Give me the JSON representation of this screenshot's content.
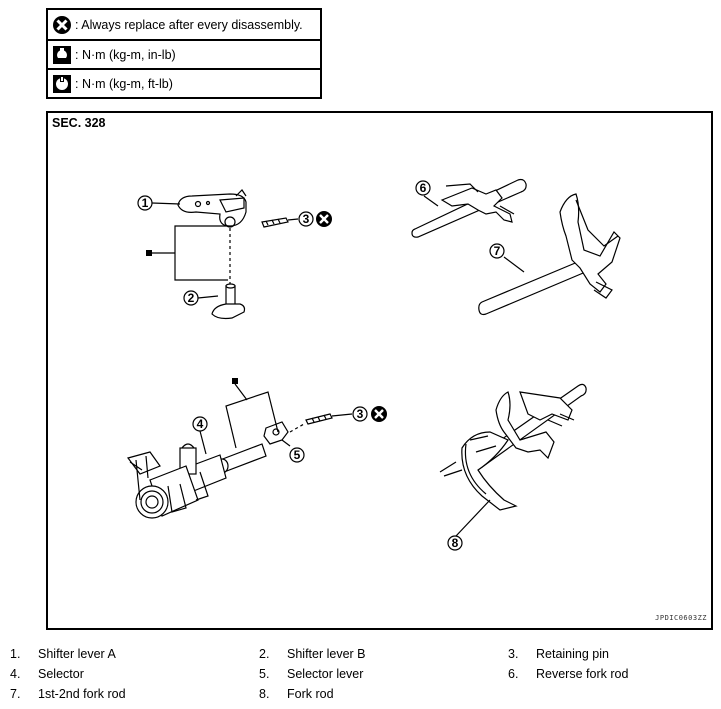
{
  "legend": {
    "items": [
      {
        "icon": "x-circle-icon",
        "text": ": Always replace after every disassembly."
      },
      {
        "icon": "torque-wrench-icon",
        "text": ": N·m (kg-m, in-lb)"
      },
      {
        "icon": "torque-wrench-icon",
        "text": ": N·m (kg-m, ft-lb)"
      }
    ]
  },
  "diagram": {
    "section": "SEC. 328",
    "code": "JPDIC0603ZZ",
    "callouts": [
      "1",
      "2",
      "3",
      "3",
      "4",
      "5",
      "6",
      "7",
      "8"
    ]
  },
  "parts": [
    {
      "num": "1.",
      "name": "Shifter lever A"
    },
    {
      "num": "2.",
      "name": "Shifter lever B"
    },
    {
      "num": "3.",
      "name": "Retaining pin"
    },
    {
      "num": "4.",
      "name": "Selector"
    },
    {
      "num": "5.",
      "name": "Selector lever"
    },
    {
      "num": "6.",
      "name": "Reverse fork rod"
    },
    {
      "num": "7.",
      "name": "1st-2nd fork rod"
    },
    {
      "num": "8.",
      "name": "Fork rod"
    }
  ]
}
